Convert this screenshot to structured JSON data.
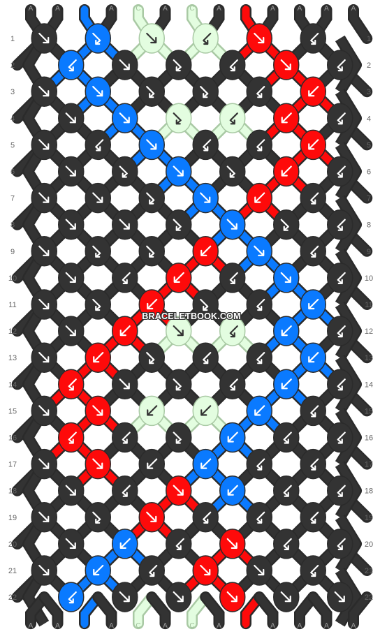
{
  "strings_top": [
    "A",
    "A",
    "B",
    "A",
    "C",
    "A",
    "C",
    "A",
    "D",
    "A",
    "A",
    "A",
    "A"
  ],
  "strings_bottom": [
    "A",
    "A",
    "B",
    "A",
    "C",
    "A",
    "C",
    "A",
    "D",
    "A",
    "A",
    "A",
    "A"
  ],
  "colors": {
    "A": "#333333",
    "B": "#0a7aff",
    "C": "#e3fde0",
    "D": "#fe0a0a"
  },
  "row_labels": [
    "1",
    "2",
    "3",
    "4",
    "5",
    "6",
    "7",
    "8",
    "9",
    "10",
    "11",
    "12",
    "13",
    "14",
    "15",
    "16",
    "17",
    "18",
    "19",
    "20",
    "21",
    "22"
  ],
  "watermark": "BRACELETBOOK.COM",
  "knot_types": {
    "r": "forward",
    "l": "backward",
    "rl": "forward-backward",
    "lr": "backward-forward"
  },
  "knots": [
    [
      [
        "A",
        "r"
      ],
      [
        "B",
        "rl"
      ],
      [
        "C",
        "r"
      ],
      [
        "C",
        "lr"
      ],
      [
        "D",
        "r"
      ],
      [
        "A",
        "lr"
      ]
    ],
    [
      [
        "B",
        "lr"
      ],
      [
        "A",
        "r"
      ],
      [
        "A",
        "rl"
      ],
      [
        "A",
        "lr"
      ],
      [
        "D",
        "r"
      ],
      [
        "A",
        "lr"
      ]
    ],
    [
      [
        "A",
        "r"
      ],
      [
        "B",
        "r"
      ],
      [
        "A",
        "rl"
      ],
      [
        "A",
        "rl"
      ],
      [
        "A",
        "lr"
      ],
      [
        "D",
        "l"
      ]
    ],
    [
      [
        "A",
        "r"
      ],
      [
        "B",
        "r"
      ],
      [
        "C",
        "rl"
      ],
      [
        "C",
        "lr"
      ],
      [
        "D",
        "l"
      ],
      [
        "A",
        "lr"
      ]
    ],
    [
      [
        "A",
        "r"
      ],
      [
        "A",
        "lr"
      ],
      [
        "B",
        "r"
      ],
      [
        "A",
        "lr"
      ],
      [
        "A",
        "lr"
      ],
      [
        "D",
        "l"
      ]
    ],
    [
      [
        "A",
        "r"
      ],
      [
        "A",
        "rl"
      ],
      [
        "B",
        "r"
      ],
      [
        "A",
        "rl"
      ],
      [
        "D",
        "l"
      ],
      [
        "A",
        "lr"
      ]
    ],
    [
      [
        "A",
        "r"
      ],
      [
        "A",
        "r"
      ],
      [
        "A",
        "rl"
      ],
      [
        "B",
        "r"
      ],
      [
        "D",
        "l"
      ],
      [
        "A",
        "lr"
      ]
    ],
    [
      [
        "A",
        "r"
      ],
      [
        "A",
        "r"
      ],
      [
        "A",
        "rl"
      ],
      [
        "B",
        "r"
      ],
      [
        "A",
        "rl"
      ],
      [
        "A",
        "lr"
      ]
    ],
    [
      [
        "A",
        "r"
      ],
      [
        "A",
        "rl"
      ],
      [
        "A",
        "rl"
      ],
      [
        "D",
        "l"
      ],
      [
        "B",
        "r"
      ],
      [
        "A",
        "lr"
      ]
    ],
    [
      [
        "A",
        "r"
      ],
      [
        "A",
        "lr"
      ],
      [
        "D",
        "l"
      ],
      [
        "A",
        "lr"
      ],
      [
        "B",
        "r"
      ],
      [
        "A",
        "lr"
      ]
    ],
    [
      [
        "A",
        "r"
      ],
      [
        "A",
        "rl"
      ],
      [
        "D",
        "l"
      ],
      [
        "A",
        "rl"
      ],
      [
        "A",
        "lr"
      ],
      [
        "B",
        "l"
      ]
    ],
    [
      [
        "A",
        "r"
      ],
      [
        "D",
        "l"
      ],
      [
        "C",
        "r"
      ],
      [
        "C",
        "lr"
      ],
      [
        "B",
        "l"
      ],
      [
        "A",
        "lr"
      ]
    ],
    [
      [
        "A",
        "r"
      ],
      [
        "D",
        "l"
      ],
      [
        "A",
        "rl"
      ],
      [
        "A",
        "lr"
      ],
      [
        "A",
        "lr"
      ],
      [
        "B",
        "l"
      ]
    ],
    [
      [
        "D",
        "lr"
      ],
      [
        "A",
        "r"
      ],
      [
        "A",
        "rl"
      ],
      [
        "A",
        "lr"
      ],
      [
        "B",
        "l"
      ],
      [
        "A",
        "lr"
      ]
    ],
    [
      [
        "A",
        "r"
      ],
      [
        "D",
        "r"
      ],
      [
        "C",
        "l"
      ],
      [
        "C",
        "l"
      ],
      [
        "B",
        "l"
      ],
      [
        "A",
        "lr"
      ]
    ],
    [
      [
        "D",
        "lr"
      ],
      [
        "A",
        "lr"
      ],
      [
        "A",
        "rl"
      ],
      [
        "B",
        "l"
      ],
      [
        "A",
        "lr"
      ],
      [
        "A",
        "lr"
      ]
    ],
    [
      [
        "A",
        "r"
      ],
      [
        "D",
        "r"
      ],
      [
        "A",
        "l"
      ],
      [
        "B",
        "l"
      ],
      [
        "A",
        "lr"
      ],
      [
        "A",
        "lr"
      ]
    ],
    [
      [
        "A",
        "r"
      ],
      [
        "A",
        "lr"
      ],
      [
        "D",
        "r"
      ],
      [
        "B",
        "l"
      ],
      [
        "A",
        "lr"
      ],
      [
        "A",
        "lr"
      ]
    ],
    [
      [
        "A",
        "r"
      ],
      [
        "A",
        "rl"
      ],
      [
        "D",
        "r"
      ],
      [
        "A",
        "lr"
      ],
      [
        "A",
        "lr"
      ],
      [
        "A",
        "lr"
      ]
    ],
    [
      [
        "A",
        "r"
      ],
      [
        "B",
        "l"
      ],
      [
        "A",
        "lr"
      ],
      [
        "D",
        "r"
      ],
      [
        "A",
        "lr"
      ],
      [
        "A",
        "lr"
      ]
    ],
    [
      [
        "A",
        "r"
      ],
      [
        "B",
        "l"
      ],
      [
        "A",
        "lr"
      ],
      [
        "D",
        "r"
      ],
      [
        "A",
        "r"
      ],
      [
        "A",
        "lr"
      ]
    ],
    [
      [
        "B",
        "lr"
      ],
      [
        "A",
        "r"
      ],
      [
        "A",
        "r"
      ],
      [
        "D",
        "r"
      ],
      [
        "A",
        "r"
      ],
      [
        "A",
        "r"
      ]
    ]
  ]
}
